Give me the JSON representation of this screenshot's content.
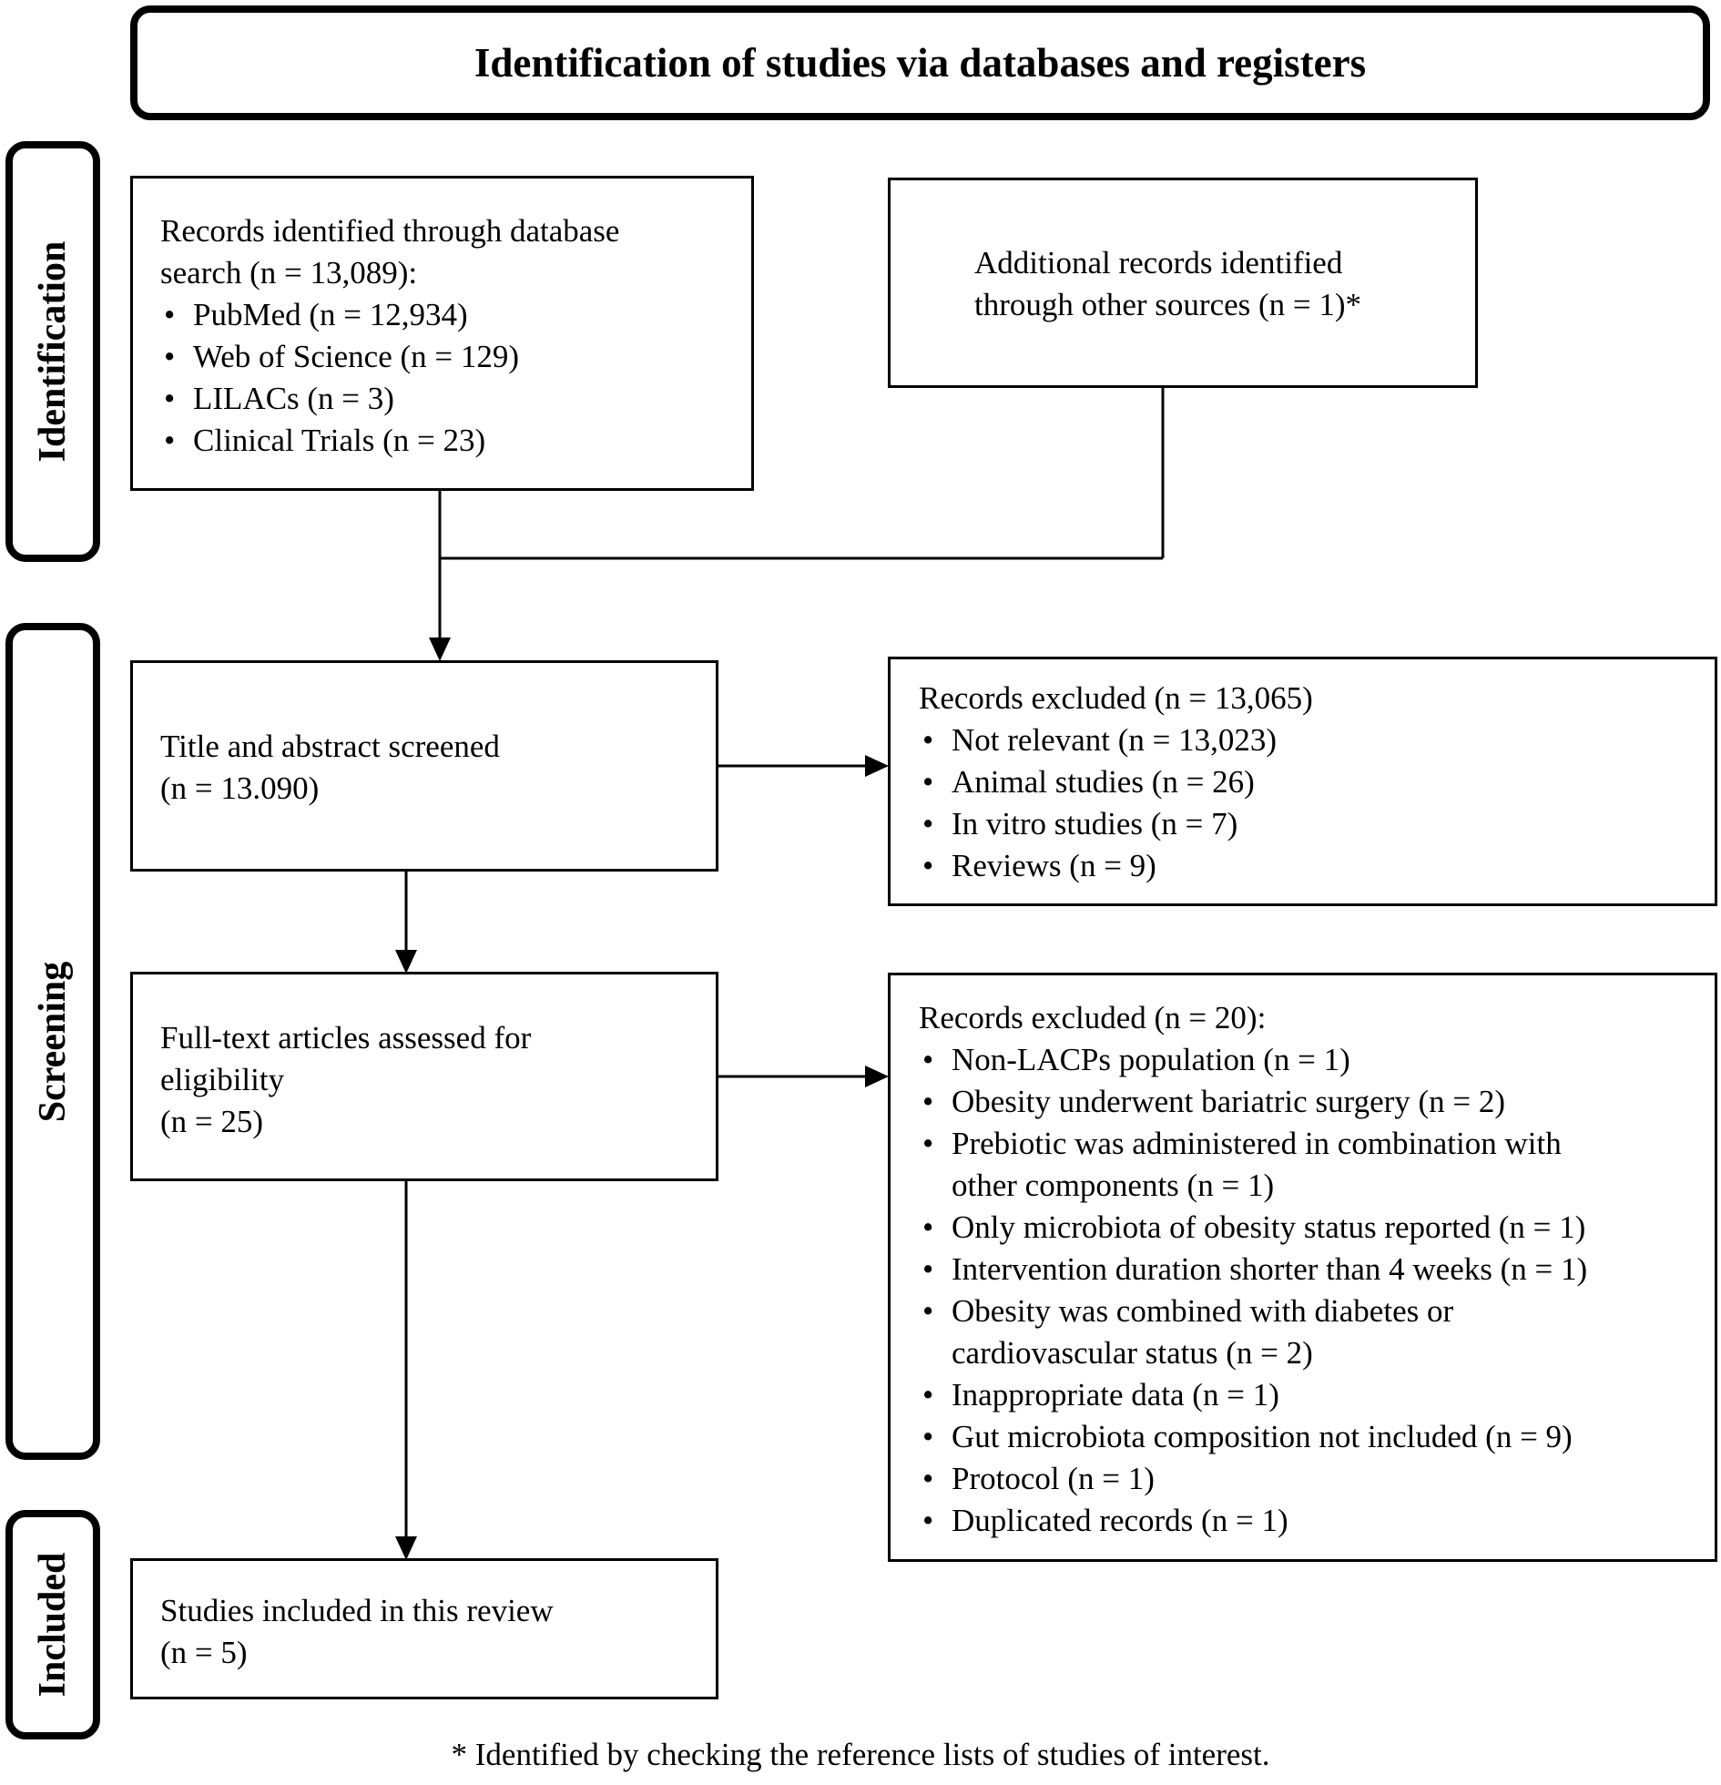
{
  "header": {
    "title": "Identification of studies via databases and registers"
  },
  "phases": {
    "identification": "Identification",
    "screening": "Screening",
    "included": "Included"
  },
  "boxes": {
    "database_search": {
      "line1": "Records identified through database",
      "line2": "search (n = 13,089):",
      "items": [
        "PubMed (n = 12,934)",
        "Web of Science (n = 129)",
        "LILACs (n = 3)",
        "Clinical Trials (n = 23)"
      ]
    },
    "other_sources": {
      "line1": "Additional records identified",
      "line2": "through other sources (n = 1)*"
    },
    "title_abstract": {
      "line1": "Title and abstract screened",
      "line2": "(n = 13.090)"
    },
    "excluded_1": {
      "heading": "Records excluded (n = 13,065)",
      "items": [
        "Not relevant (n = 13,023)",
        "Animal studies (n = 26)",
        "In vitro studies (n = 7)",
        "Reviews (n = 9)"
      ]
    },
    "full_text": {
      "line1": "Full-text articles assessed for",
      "line2": "eligibility",
      "line3": "(n = 25)"
    },
    "excluded_2": {
      "heading": "Records excluded (n = 20):",
      "items": [
        "Non-LACPs population (n = 1)",
        "Obesity underwent bariatric surgery (n = 2)",
        "Prebiotic was administered in combination with other components (n = 1)",
        "Only microbiota of obesity status reported (n = 1)",
        "Intervention duration shorter than 4 weeks (n = 1)",
        "Obesity was combined with diabetes or cardiovascular status (n = 2)",
        "Inappropriate data (n = 1)",
        "Gut microbiota composition not included (n = 9)",
        "Protocol (n = 1)",
        "Duplicated records (n = 1)"
      ]
    },
    "included_studies": {
      "line1": "Studies included in this review",
      "line2": "(n = 5)"
    }
  },
  "footnote": "* Identified by checking the reference lists of studies of interest."
}
